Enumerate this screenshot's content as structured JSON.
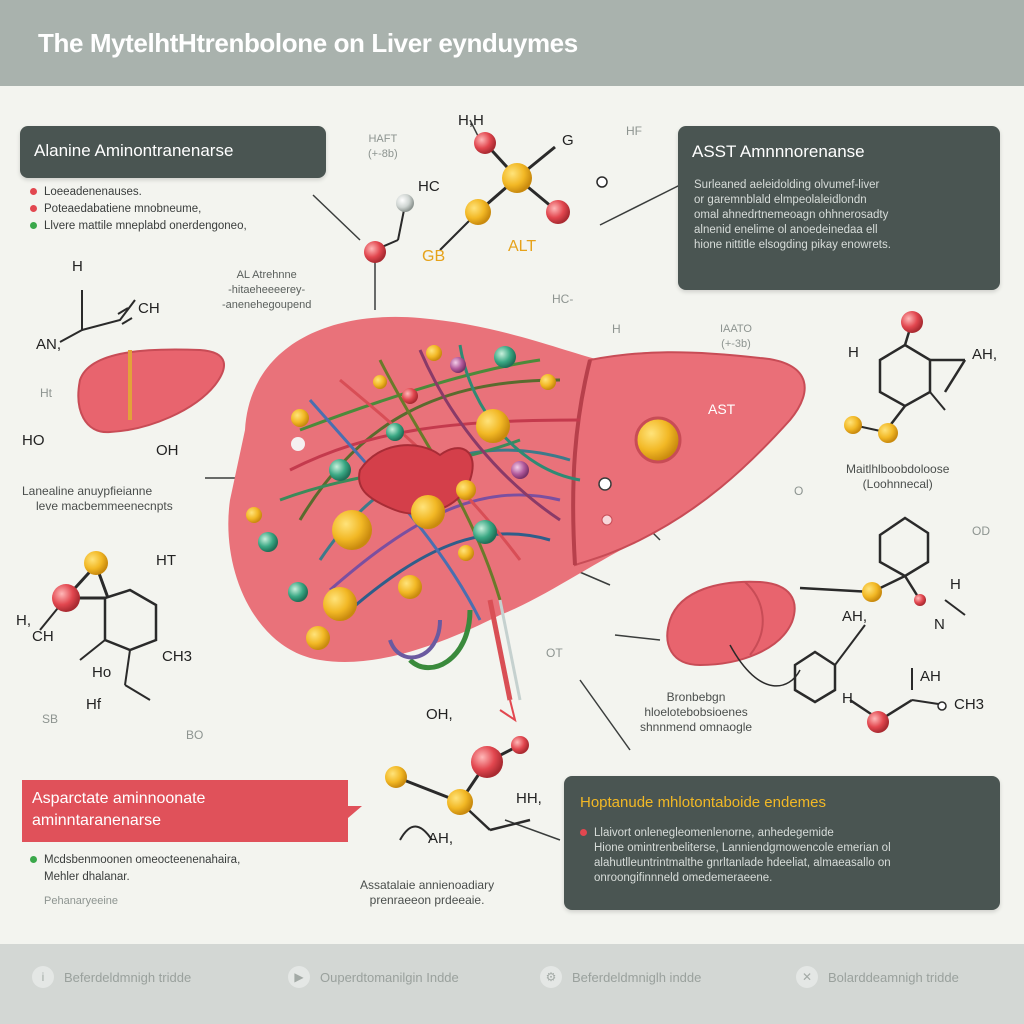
{
  "title": "The MytelhtHtrenbolone  on Liver eynduymes",
  "panels": {
    "alt_title": "Alanine Aminontranenarse",
    "alt_bullets": [
      "Loeeadenenauses.",
      "Poteaedabatiene mnobneume,",
      "Llvere mattile mneplabd onerdengoneo,"
    ],
    "ast_title": "ASST Amnnnorenanse",
    "ast_text": [
      "Surleaned aeleidolding olvumef-liver",
      "or garemnblald elmpeolaleidlondn",
      "omal ahnedrtnemeoagn ohhnerosadty",
      "alnenid enelime ol anoedeinedaa ell",
      "hione nittitle elsogding pikay enowrets."
    ],
    "asp_title_1": "Asparctate aminnoonate",
    "asp_title_2": "aminntaranenarse",
    "asp_bullets": [
      "Mcdsbenmoonen omeocteenenahaira,",
      "Mehler dhalanar."
    ],
    "asp_note": "Pehanaryeeine",
    "hep_title": "Hoptanude mhlotontaboide endemes",
    "hep_text": [
      "Llaivort onlenegleomenlenorne, anhedegemide",
      "Hione omintrenbeliterse, Lanniendgmowencole emerian ol",
      "alahutlleuntrintmalthe gnrltanlade hdeeliat, almaeasallo on",
      "onroongifinnneld omedemeraeene."
    ]
  },
  "labels": {
    "al_note_1": "AL Atrehnne",
    "al_note_2": "-hitaeheeeerey-",
    "al_note_3": "-anenehegoupend",
    "left_note_1": "Lanealine anuypfieianne",
    "left_note_2": "leve macbemmeenecnpts",
    "methyl_1": "Maitlhlboobdoloose",
    "methyl_2": "(Loohnnecal)",
    "bottom_center_1": "Bronbebgn",
    "bottom_center_2": "hloelotebobsioenes",
    "bottom_center_3": "shnnmend omnaogle",
    "aspa_1": "Assatalaie annienoadiary",
    "aspa_2": "prenraeeon prdeeaie.",
    "gb": "GB",
    "alt": "ALT",
    "ast_liver": "AST",
    "haft_1": "HAFT",
    "haft_2": "(+-8b)",
    "iaato_1": "IAATO",
    "iaato_2": "(+-3b)",
    "hf": "HF",
    "hcl": "HC-",
    "ht_small": "Ht",
    "h_small": "H",
    "sb": "SB",
    "bo": "BO",
    "ot": "OT",
    "od": "OD",
    "ot2": "O"
  },
  "chem": {
    "h2h": "H,H",
    "g": "G",
    "hc": "HC",
    "ch": "CH",
    "h_top": "H",
    "an": "AN,",
    "ho": "HO",
    "oh": "OH",
    "ht": "HT",
    "h_left": "H,",
    "ch_left": "CH",
    "ch3": "CH3",
    "ho2": "Ho",
    "hf2": "Hf",
    "h_right": "H",
    "ah_right": "AH,",
    "h3": "H",
    "ah_lower": "AH,",
    "n": "N",
    "ah2": "AH",
    "ch3b": "CH3",
    "h_bottom": "H",
    "oh2": "OH,",
    "hh2": "HH,",
    "ah_bottom": "AH,"
  },
  "footer": {
    "items": [
      {
        "icon": "info-icon",
        "label": "Beferdeldmnigh tridde"
      },
      {
        "icon": "play-icon",
        "label": "Ouperdtomanilgin Indde"
      },
      {
        "icon": "settings-icon",
        "label": "Beferdeldmniglh indde"
      },
      {
        "icon": "close-icon",
        "label": "Bolarddeamnigh tridde"
      }
    ]
  },
  "colors": {
    "header": "#a9b2ad",
    "dark_panel": "#4a5552",
    "red_panel": "#e0515a",
    "liver": "#e9727a",
    "accent_orange": "#e6a21a"
  }
}
